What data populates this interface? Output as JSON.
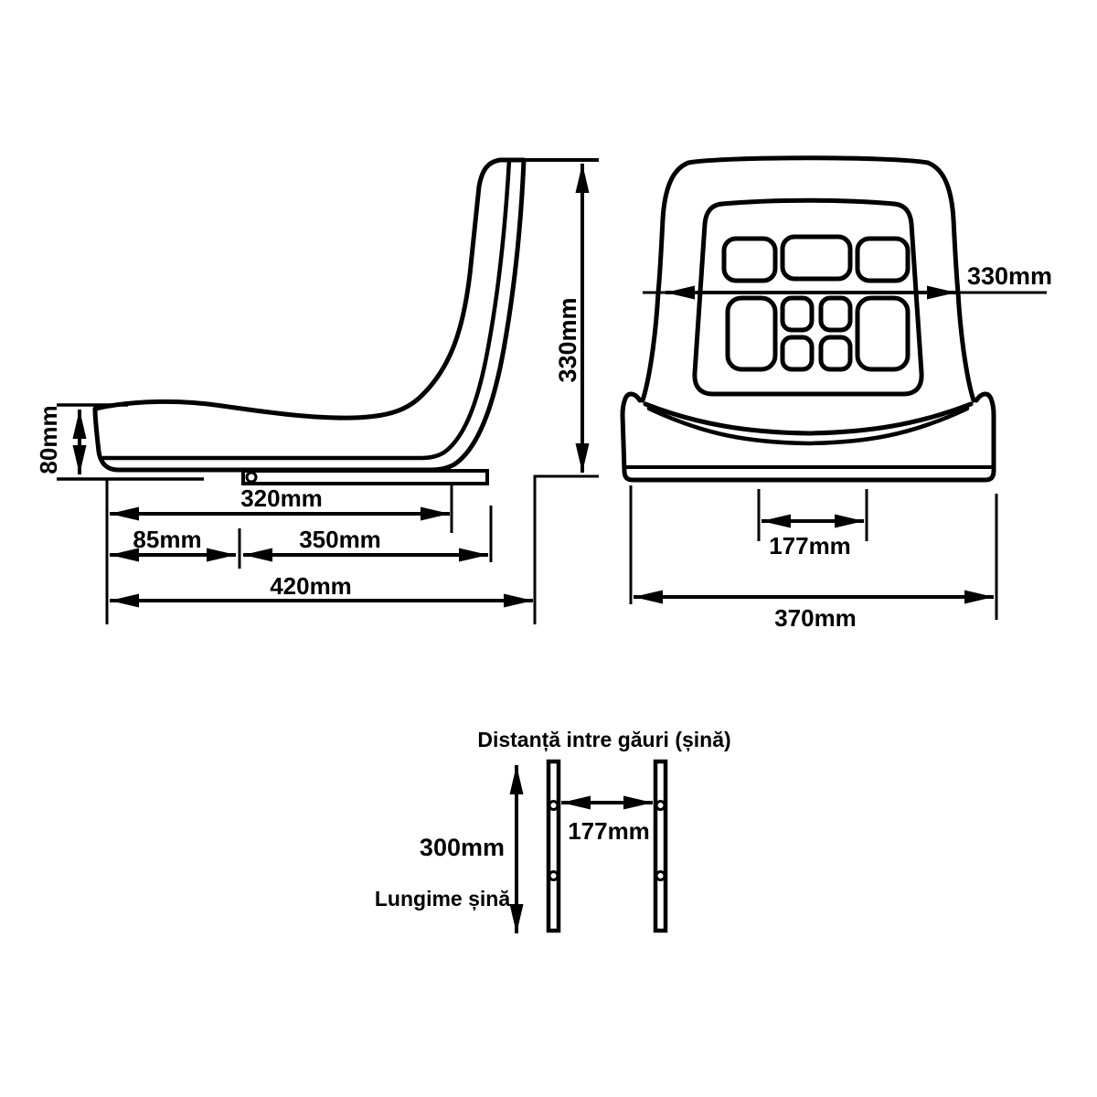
{
  "colors": {
    "line": "#000000",
    "background": "#ffffff"
  },
  "side_view": {
    "dim_back_height": "330mm",
    "dim_cushion_height": "80mm",
    "dim_rail_offset": "320mm",
    "dim_front_overhang": "85mm",
    "dim_rail_length": "350mm",
    "dim_total_depth": "420mm"
  },
  "front_view": {
    "dim_back_width": "330mm",
    "dim_hole_spacing": "177mm",
    "dim_base_width": "370mm"
  },
  "rail_diagram": {
    "title": "Distanță intre găuri (șină)",
    "dim_rail_length": "300mm",
    "label_rail_length": "Lungime șină",
    "dim_hole_spacing": "177mm"
  }
}
